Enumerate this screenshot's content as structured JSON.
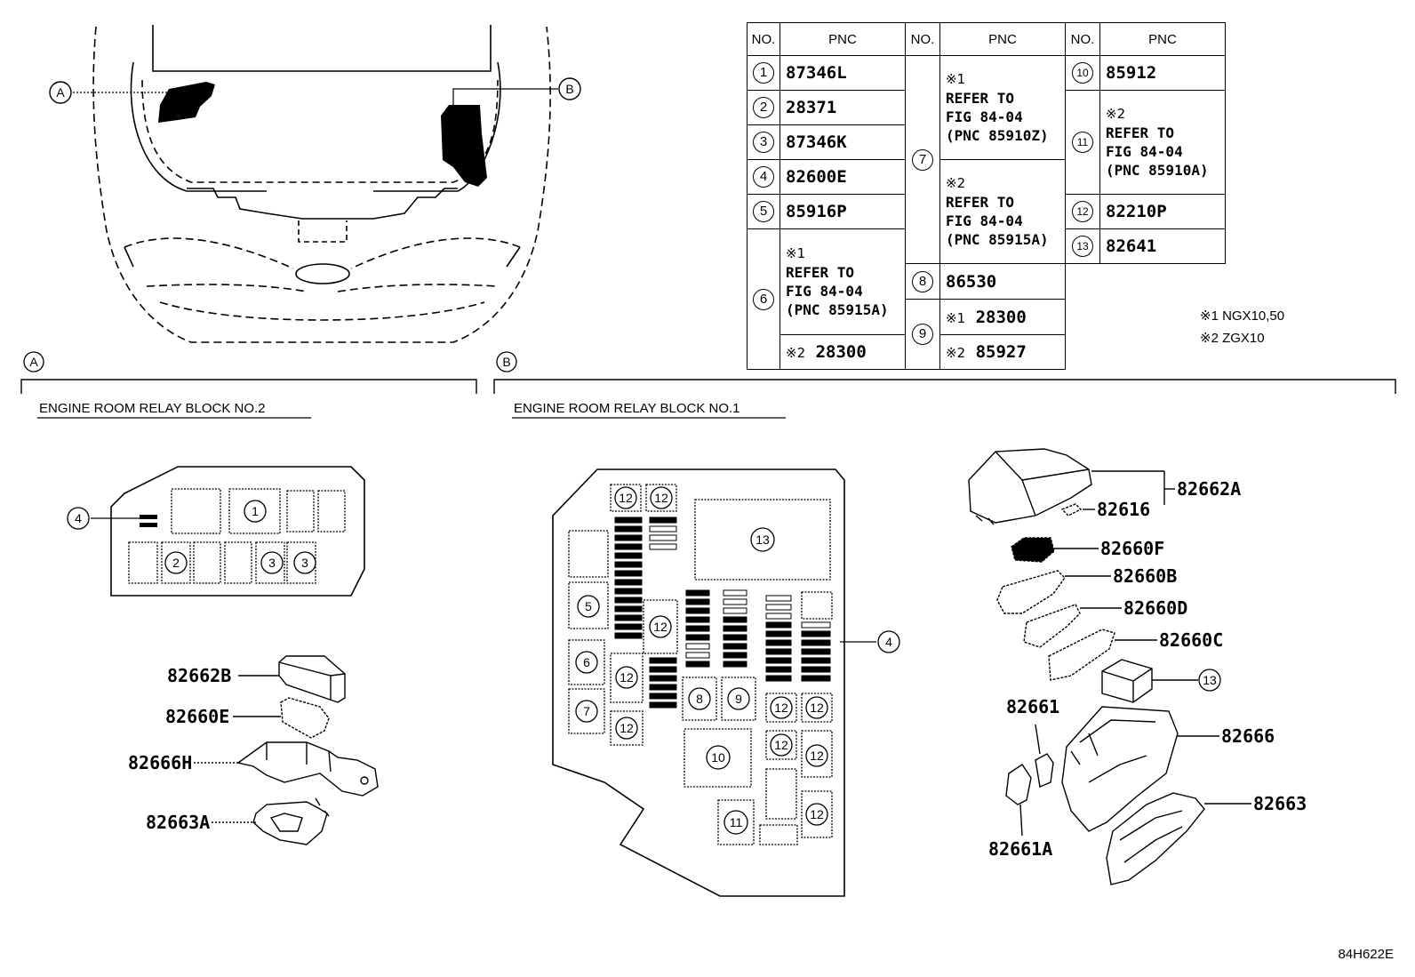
{
  "table": {
    "header": {
      "no": "NO.",
      "pnc": "PNC"
    },
    "rows": {
      "r1": {
        "no": "1",
        "pnc": "87346L"
      },
      "r2": {
        "no": "2",
        "pnc": "28371"
      },
      "r3": {
        "no": "3",
        "pnc": "87346K"
      },
      "r4": {
        "no": "4",
        "pnc": "82600E"
      },
      "r5": {
        "no": "5",
        "pnc": "85916P"
      },
      "r6": {
        "no": "6",
        "mark1": "※1",
        "line1": "REFER TO",
        "line2": "FIG 84-04",
        "line3": "(PNC 85915A)",
        "mark2": "※2",
        "pnc2": "28300"
      },
      "r7": {
        "no": "7",
        "mark1": "※1",
        "a1": "REFER TO",
        "a2": "FIG 84-04",
        "a3": "(PNC 85910Z)",
        "mark2": "※2",
        "b1": "REFER TO",
        "b2": "FIG 84-04",
        "b3": "(PNC 85915A)"
      },
      "r8": {
        "no": "8",
        "pnc": "86530"
      },
      "r9": {
        "no": "9",
        "mark1": "※1",
        "pnc1": "28300",
        "mark2": "※2",
        "pnc2": "85927"
      },
      "r10": {
        "no": "10",
        "pnc": "85912"
      },
      "r11": {
        "no": "11",
        "mark": "※2",
        "line1": "REFER TO",
        "line2": "FIG 84-04",
        "line3": "(PNC 85910A)"
      },
      "r12": {
        "no": "12",
        "pnc": "82210P"
      },
      "r13": {
        "no": "13",
        "pnc": "82641"
      }
    }
  },
  "notes": {
    "n1": "※1 NGX10,50",
    "n2": "※2 ZGX10"
  },
  "car_view": {
    "callout_a": "A",
    "callout_b": "B"
  },
  "section_a": {
    "letter": "A",
    "title": "ENGINE ROOM RELAY BLOCK NO.2"
  },
  "section_b": {
    "letter": "B",
    "title": "ENGINE ROOM RELAY BLOCK NO.1"
  },
  "block2": {
    "c1": "1",
    "c2": "2",
    "c3a": "3",
    "c3b": "3",
    "c4": "4"
  },
  "parts_a": {
    "p1": "82662B",
    "p2": "82660E",
    "p3": "82666H",
    "p4": "82663A"
  },
  "block1": {
    "c4": "4",
    "c5": "5",
    "c6": "6",
    "c7": "7",
    "c8": "8",
    "c9": "9",
    "c10": "10",
    "c11": "11",
    "c12": "12",
    "c13": "13"
  },
  "parts_b": {
    "p1": "82662A",
    "p2": "82616",
    "p3": "82660F",
    "p4": "82660B",
    "p5": "82660D",
    "p6": "82660C",
    "p7": "13",
    "p8": "82661",
    "p9": "82666",
    "p10": "82661A",
    "p11": "82663"
  },
  "figure_id": "84H622E"
}
